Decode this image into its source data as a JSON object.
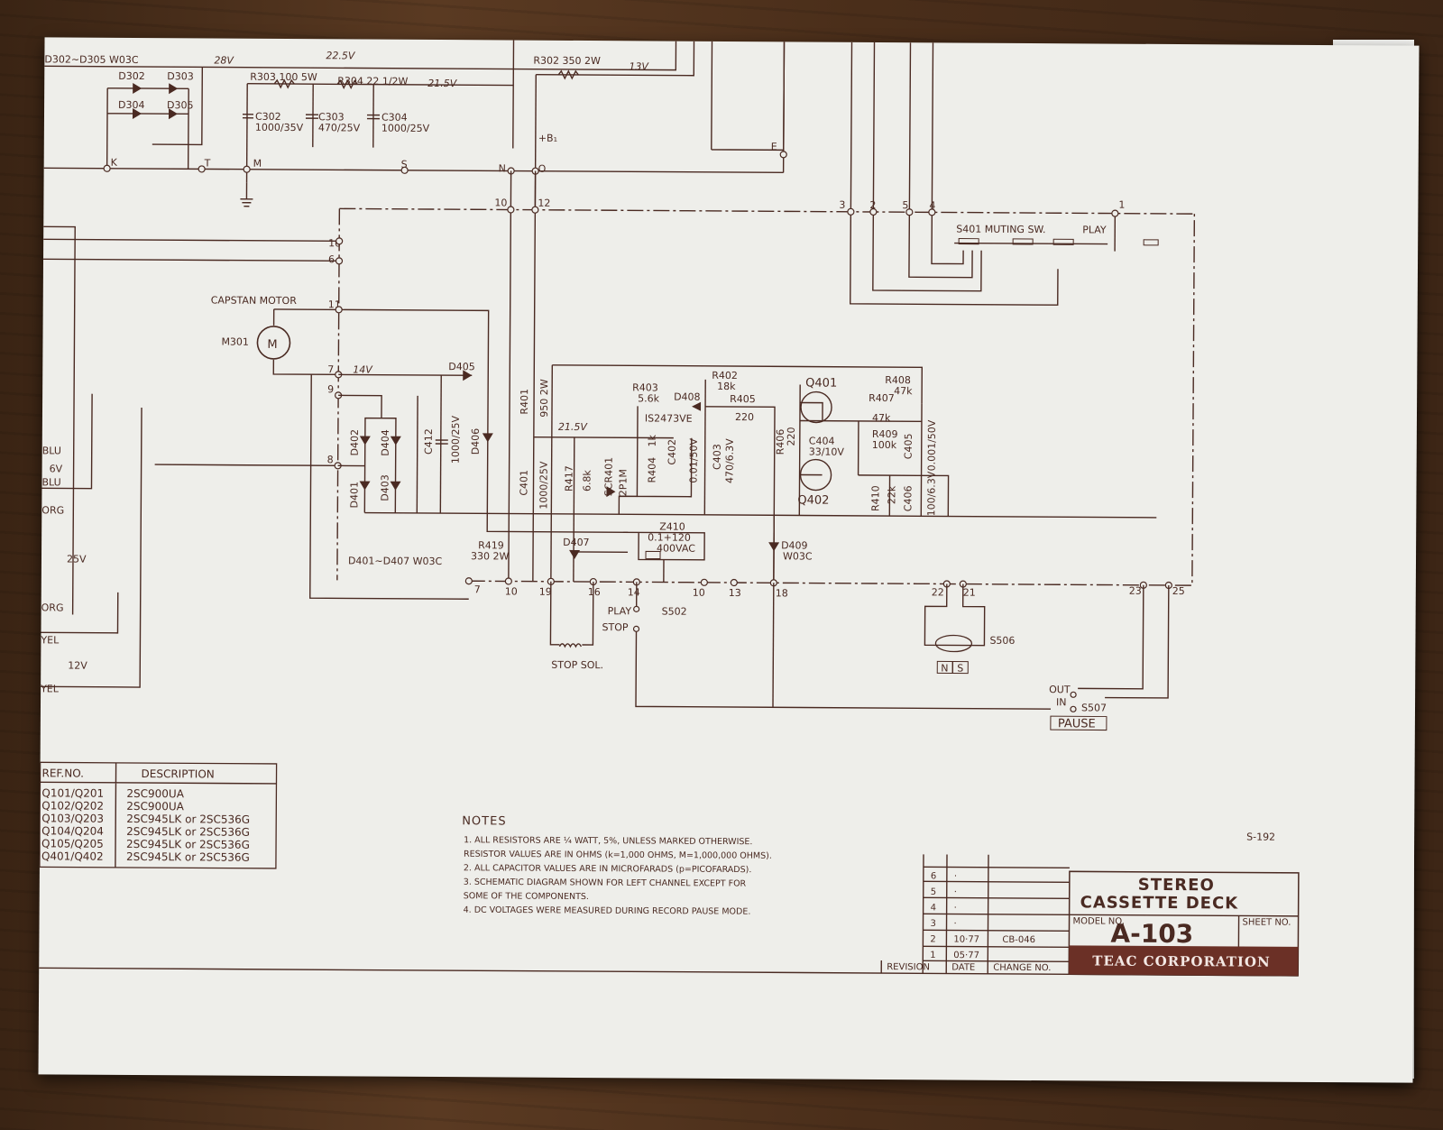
{
  "top_labels": {
    "diode_range": "D302~D305 W03C",
    "d302": "D302",
    "d303": "D303",
    "d304": "D304",
    "d305": "D305",
    "v28": "28V",
    "v225": "22.5V",
    "v215": "21.5V",
    "v13": "13V",
    "r303": "R303 100 5W",
    "r304": "R304 22 1/2W",
    "r302": "R302 350 2W",
    "c302a": "C302",
    "c302b": "1000/35V",
    "c303a": "C303",
    "c303b": "470/25V",
    "c304a": "C304",
    "c304b": "1000/25V",
    "b1": "+B₁",
    "e": "E",
    "k": "K",
    "t": "T",
    "m": "M",
    "s": "S",
    "n": "N",
    "o": "O"
  },
  "connector_pins": {
    "p10a": "10",
    "p12": "12",
    "p3": "3",
    "p2": "2",
    "p5": "5",
    "p4": "4",
    "p1": "1",
    "p10b": "10",
    "p6": "6",
    "p11": "11",
    "p7": "7",
    "p9": "9",
    "p8": "8",
    "b7": "7",
    "b10": "10",
    "b19": "19",
    "b16": "16",
    "b14": "14",
    "b10b": "10",
    "b13": "13",
    "b18": "18",
    "b22": "22",
    "b21": "21",
    "b23": "23",
    "b25": "25"
  },
  "motor": {
    "title": "CAPSTAN MOTOR",
    "ref": "M301",
    "symbol": "M",
    "v14": "14V"
  },
  "muting_switch": {
    "label": "S401 MUTING SW.",
    "play": "PLAY"
  },
  "components": {
    "d405": "D405",
    "d402": "D402",
    "d404": "D404",
    "d401": "D401",
    "d403": "D403",
    "c412a": "C412",
    "c412b": "1000/25V",
    "d406": "D406",
    "r401a": "R401",
    "r401b": "950 2W",
    "c401a": "C401",
    "c401b": "1000/25V",
    "v215b": "21.5V",
    "r417a": "R417",
    "r417b": "6.8k",
    "scr401a": "SCR401",
    "scr401b": "2P1M",
    "r403a": "R403",
    "r403b": "5.6k",
    "d408": "D408",
    "is2473": "IS2473VE",
    "r402a": "R402",
    "r402b": "18k",
    "r405a": "R405",
    "r405b": "220",
    "r404a": "R404",
    "r404b": "1k",
    "c402a": "C402",
    "c402b": "0.01/50V",
    "c403a": "C403",
    "c403b": "470/6.3V",
    "q401": "Q401",
    "q402": "Q402",
    "r406a": "R406",
    "r406b": "220",
    "c404a": "C404",
    "c404b": "33/10V",
    "r407a": "R407",
    "r407b": "47k",
    "r408a": "R408",
    "r408b": "47k",
    "r409a": "R409",
    "r409b": "100k",
    "c405a": "C405",
    "c405b": "0.001/50V",
    "r410a": "R410",
    "r410b": "22k",
    "c406a": "C406",
    "c406b": "100/6.3V",
    "z410a": "Z410",
    "z410b": "0.1+120",
    "z410c": "400VAC",
    "d407": "D407",
    "d409a": "D409",
    "d409b": "W03C",
    "r419a": "R419",
    "r419b": "330 2W",
    "diode_range2": "D401~D407  W03C",
    "play": "PLAY",
    "stop": "STOP",
    "s502": "S502",
    "stop_sol": "STOP SOL.",
    "s506": "S506",
    "n": "N",
    "s_pole": "S",
    "out": "OUT",
    "in": "IN",
    "s507": "S507",
    "pause": "PAUSE"
  },
  "left_wires": {
    "blu1": "BLU",
    "v6": "6V",
    "blu2": "BLU",
    "org1": "ORG",
    "v25": "25V",
    "org2": "ORG",
    "yel1": "YEL",
    "v12": "12V",
    "yel2": "YEL"
  },
  "parts_table": {
    "header_ref": "REF.NO.",
    "header_desc": "DESCRIPTION",
    "rows": [
      {
        "ref": "Q101/Q201",
        "desc": "2SC900UA"
      },
      {
        "ref": "Q102/Q202",
        "desc": "2SC900UA"
      },
      {
        "ref": "Q103/Q203",
        "desc": "2SC945LK or 2SC536G"
      },
      {
        "ref": "Q104/Q204",
        "desc": "2SC945LK or 2SC536G"
      },
      {
        "ref": "Q105/Q205",
        "desc": "2SC945LK or 2SC536G"
      },
      {
        "ref": "Q401/Q402",
        "desc": "2SC945LK or 2SC536G"
      }
    ]
  },
  "notes": {
    "title": "NOTES",
    "lines": [
      "1.  ALL RESISTORS ARE ¼ WATT, 5%, UNLESS MARKED OTHERWISE.",
      "     RESISTOR VALUES ARE IN OHMS (k=1,000 OHMS, M=1,000,000 OHMS).",
      "2.  ALL CAPACITOR VALUES ARE IN MICROFARADS (p=PICOFARADS).",
      "3.  SCHEMATIC DIAGRAM SHOWN FOR LEFT CHANNEL EXCEPT FOR",
      "     SOME OF THE COMPONENTS.",
      "4.  DC VOLTAGES WERE MEASURED DURING RECORD PAUSE MODE."
    ]
  },
  "sheet_code": "S-192",
  "revision_block": {
    "rows": [
      {
        "no": "6",
        "date": "·",
        "change": ""
      },
      {
        "no": "5",
        "date": "·",
        "change": ""
      },
      {
        "no": "4",
        "date": "·",
        "change": ""
      },
      {
        "no": "3",
        "date": "·",
        "change": ""
      },
      {
        "no": "2",
        "date": "10·77",
        "change": "CB-046"
      },
      {
        "no": "1",
        "date": "05·77",
        "change": ""
      }
    ],
    "col_revision": "REVISION",
    "col_date": "DATE",
    "col_change": "CHANGE NO."
  },
  "title_block": {
    "line1": "STEREO",
    "line2": "CASSETTE  DECK",
    "model_label": "MODEL NO.",
    "model": "A-103",
    "sheet_label": "SHEET NO.",
    "company": "TEAC CORPORATION"
  },
  "colors": {
    "ink": "#4a2a22",
    "paper": "#eeeeea",
    "corp_band": "#6b3026"
  }
}
